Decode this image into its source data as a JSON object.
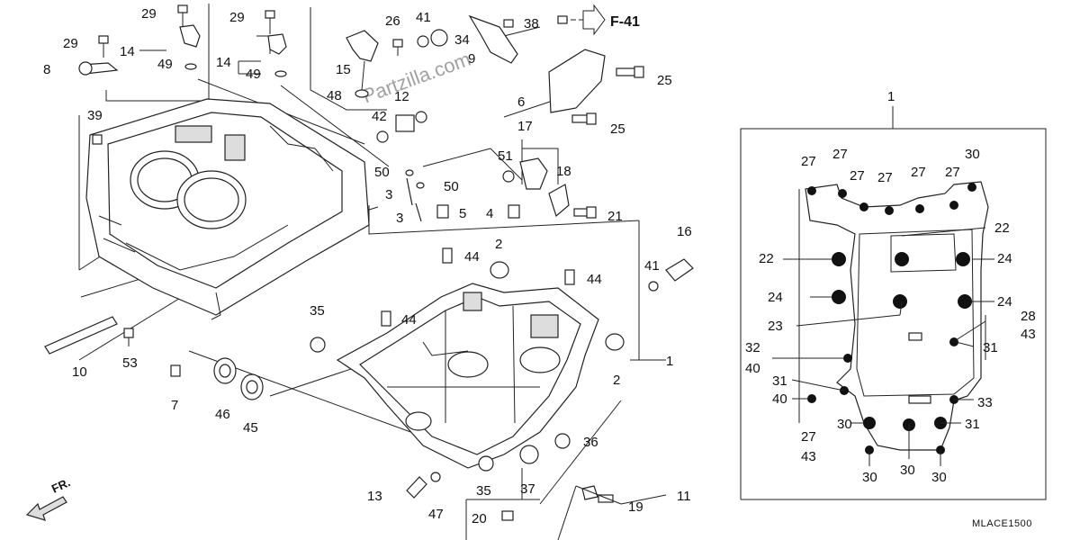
{
  "diagram": {
    "reference_link": "F-41",
    "watermark": "Partzilla.com",
    "front_marker": "FR.",
    "diagram_code": "MLACE1500",
    "callouts": {
      "c29a": "29",
      "c29b": "29",
      "c29c": "29",
      "c14a": "14",
      "c14b": "14",
      "c49a": "49",
      "c49b": "49",
      "c8": "8",
      "c39": "39",
      "c26": "26",
      "c41a": "41",
      "c34": "34",
      "c38": "38",
      "c9": "9",
      "c15": "15",
      "c48": "48",
      "c42": "42",
      "c12": "12",
      "c6": "6",
      "c25a": "25",
      "c25b": "25",
      "c17": "17",
      "c51": "51",
      "c18": "18",
      "c21": "21",
      "c50a": "50",
      "c50b": "50",
      "c3a": "3",
      "c3b": "3",
      "c5": "5",
      "c4": "4",
      "c2a": "2",
      "c2b": "2",
      "c44a": "44",
      "c44b": "44",
      "c44c": "44",
      "c16": "16",
      "c41b": "41",
      "c1a": "1",
      "c1b": "1",
      "c35a": "35",
      "c35b": "35",
      "c10": "10",
      "c53": "53",
      "c7": "7",
      "c46": "46",
      "c45": "45",
      "c36": "36",
      "c37": "37",
      "c13": "13",
      "c47": "47",
      "c20": "20",
      "c19": "19",
      "c11": "11",
      "r27a": "27",
      "r27b": "27",
      "r27c": "27",
      "r27d": "27",
      "r27e": "27",
      "r27f": "27",
      "r30a": "30",
      "r22a": "22",
      "r22b": "22",
      "r24a": "24",
      "r24b": "24",
      "r24c": "24",
      "r23": "23",
      "r28": "28",
      "r43a": "43",
      "r32": "32",
      "r40a": "40",
      "r31a": "31",
      "r31b": "31",
      "r40b": "40",
      "r33": "33",
      "r27g": "27",
      "r43b": "43",
      "r30b": "30",
      "r31c": "31",
      "r30c": "30",
      "r30d": "30",
      "r30e": "30"
    }
  },
  "colors": {
    "line": "#222222",
    "text": "#111111",
    "paper": "#ffffff"
  }
}
